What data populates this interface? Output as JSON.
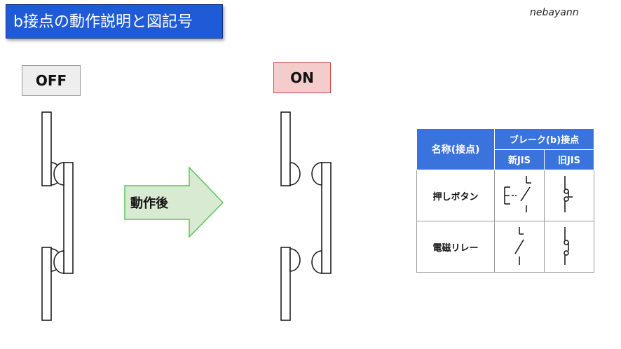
{
  "title": "b接点の動作説明と図記号",
  "author": "nebayann",
  "states": {
    "off": "OFF",
    "on": "ON"
  },
  "arrow_label": "動作後",
  "table": {
    "header_name": "名称(接点)",
    "header_group": "ブレーク(b)接点",
    "header_new": "新JIS",
    "header_old": "旧JIS",
    "rows": [
      {
        "label": "押しボタン"
      },
      {
        "label": "電磁リレー"
      }
    ]
  },
  "colors": {
    "banner": "#1f5bd6",
    "table_header": "#3b73dc",
    "arrow_fill": "#d9ead3",
    "arrow_stroke": "#5cc45c",
    "on_fill": "#f4cccc",
    "on_stroke": "#d14a4a",
    "off_fill": "#eeeeee"
  }
}
